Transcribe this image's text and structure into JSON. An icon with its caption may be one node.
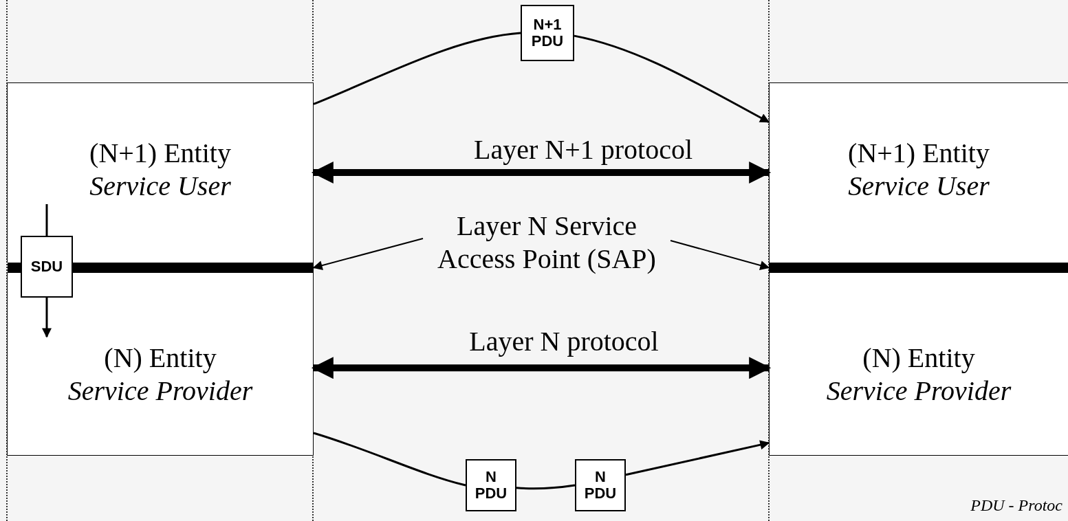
{
  "diagram": {
    "nodes": [
      {
        "text": [
          "(N+1) Entity",
          "Service User"
        ]
      },
      {
        "text": [
          "(N) Entity",
          "Service Provider"
        ]
      },
      {
        "text": [
          "(N+1) Entity",
          "Service User"
        ]
      },
      {
        "text": [
          "(N) Entity",
          "Service Provider"
        ]
      },
      {
        "text": [
          "N+1 PDU"
        ]
      },
      {
        "text": [
          "N PDU"
        ]
      },
      {
        "text": [
          "N PDU"
        ]
      },
      {
        "text": [
          "SDU"
        ]
      },
      {
        "text": [
          "Layer N Service Access Point (SAP)"
        ]
      },
      {
        "text": [],
        "shape": "bar"
      },
      {
        "text": [],
        "shape": "bar"
      }
    ],
    "edges": [
      {
        "from": 0,
        "to": 4,
        "arrow": "none"
      },
      {
        "from": 4,
        "to": 2,
        "arrow": "to"
      },
      {
        "from": 0,
        "to": 2,
        "arrow": "both",
        "label": "Layer N+1 protocol",
        "style": "thick"
      },
      {
        "from": 1,
        "to": 3,
        "arrow": "both",
        "label": "Layer N protocol",
        "style": "thick"
      },
      {
        "from": 1,
        "to": 5,
        "arrow": "none"
      },
      {
        "from": 5,
        "to": 6,
        "arrow": "none"
      },
      {
        "from": 6,
        "to": 3,
        "arrow": "to"
      },
      {
        "from": 0,
        "to": 7,
        "arrow": "none"
      },
      {
        "from": 7,
        "to": 1,
        "arrow": "to"
      },
      {
        "from": 8,
        "to": 9,
        "arrow": "to"
      },
      {
        "from": 8,
        "to": 10,
        "arrow": "to"
      }
    ],
    "labels": [
      "PDU - Protoc"
    ]
  }
}
